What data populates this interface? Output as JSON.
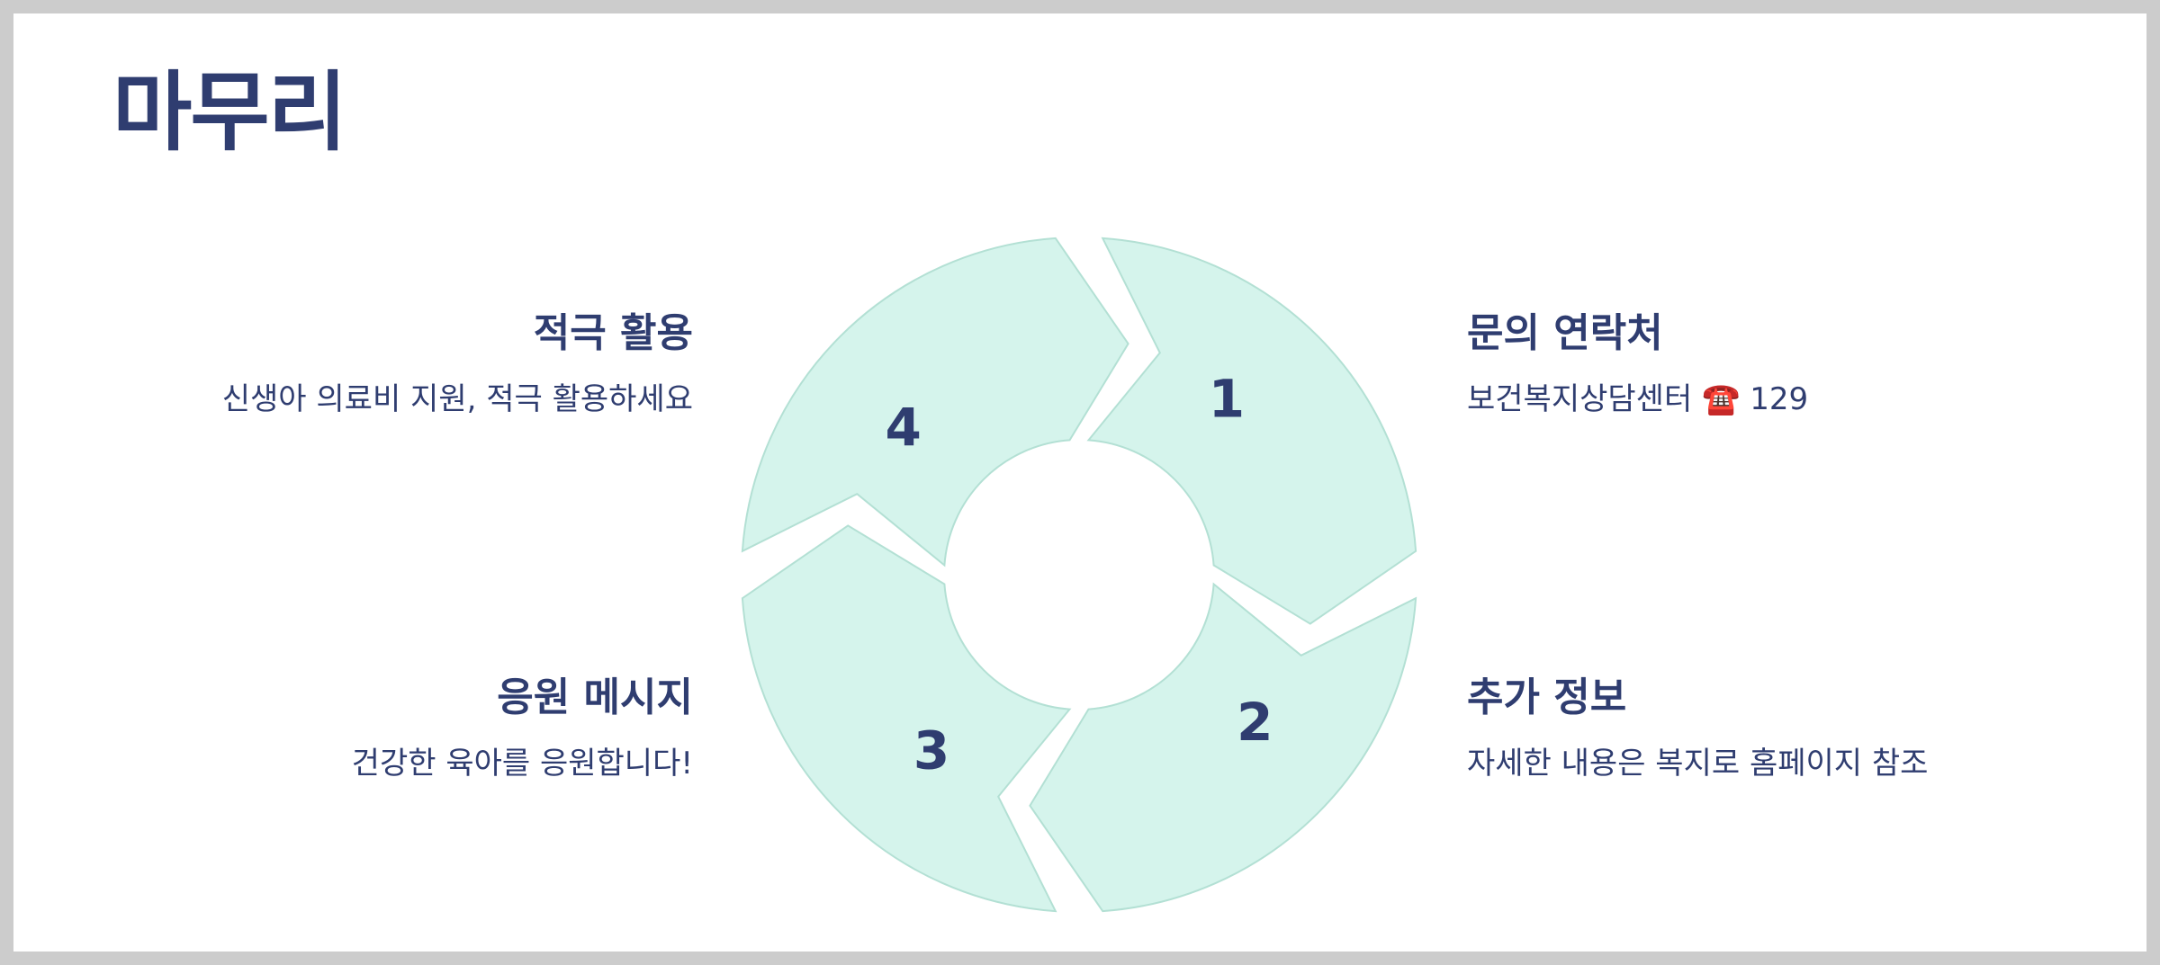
{
  "slide": {
    "title": "마무리"
  },
  "cycle": {
    "segments": [
      {
        "number": "1"
      },
      {
        "number": "2"
      },
      {
        "number": "3"
      },
      {
        "number": "4"
      }
    ]
  },
  "items": [
    {
      "title": "적극 활용",
      "desc": "신생아 의료비 지원, 적극 활용하세요"
    },
    {
      "title": "문의 연락처",
      "desc": "보건복지상담센터 ☎️ 129"
    },
    {
      "title": "추가 정보",
      "desc": "자세한 내용은 복지로 홈페이지 참조"
    },
    {
      "title": "응원 메시지",
      "desc": "건강한 육아를 응원합니다!"
    }
  ],
  "colors": {
    "title_text": "#2f3d70",
    "segment_fill": "#d5f4ec",
    "segment_stroke": "#b3e0d4",
    "frame": "#cccccc"
  }
}
